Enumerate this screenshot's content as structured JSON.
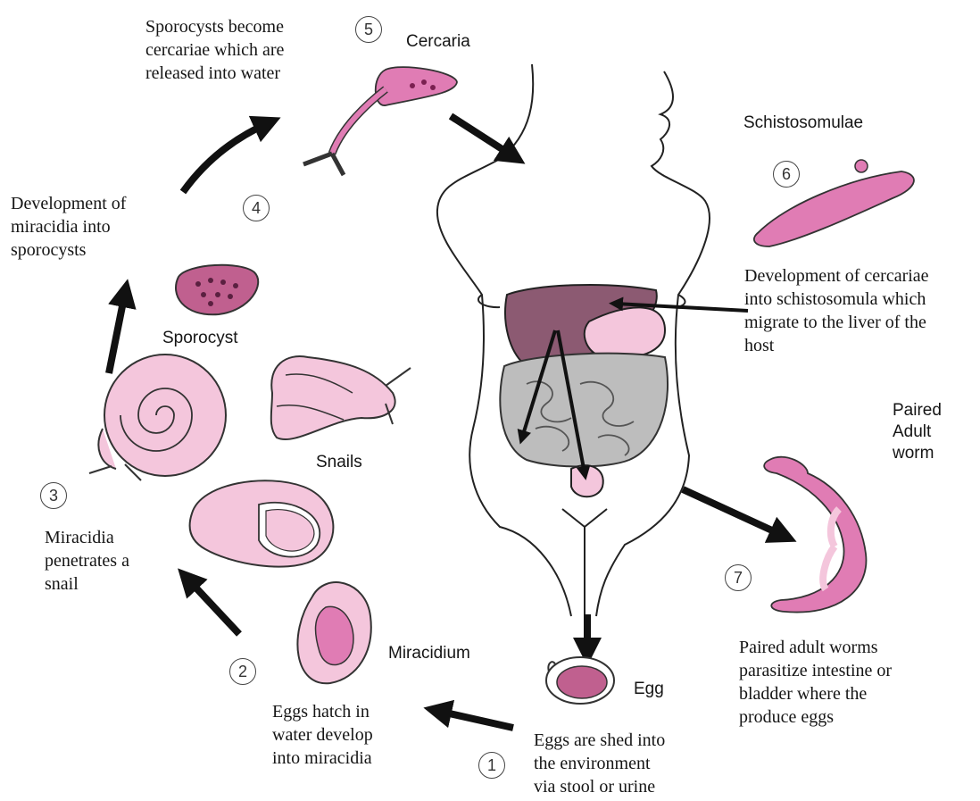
{
  "diagram": {
    "steps": [
      {
        "number": "1",
        "caption": "Eggs are shed into\nthe environment\nvia stool or urine",
        "stage": "Egg"
      },
      {
        "number": "2",
        "caption": "Eggs hatch in\nwater develop\ninto miracidia",
        "stage": "Miracidium"
      },
      {
        "number": "3",
        "caption": "Miracidia\npenetrates a\nsnail",
        "stage": "Snails"
      },
      {
        "number": "4",
        "caption": "Development of\nmiracidia into\nsporocysts",
        "stage": "Sporocyst"
      },
      {
        "number": "5",
        "caption": "Sporocysts become\ncercariae which are\nreleased into water",
        "stage": "Cercaria"
      },
      {
        "number": "6",
        "caption": "Development of cercariae\ninto schistosomula which\nmigrate to the liver of the\nhost",
        "stage": "Schistosomulae"
      },
      {
        "number": "7",
        "caption": "Paired adult worms\nparasitize intestine or\nbladder where the\nproduce eggs",
        "stage": "Paired\nAdult\nworm"
      }
    ]
  },
  "colors": {
    "parasite_fill": "#e07cb4",
    "snail_fill": "#f4c6dc",
    "liver_fill": "#8c5a72",
    "intestine_fill": "#bdbdbd",
    "arrow": "#111111"
  }
}
